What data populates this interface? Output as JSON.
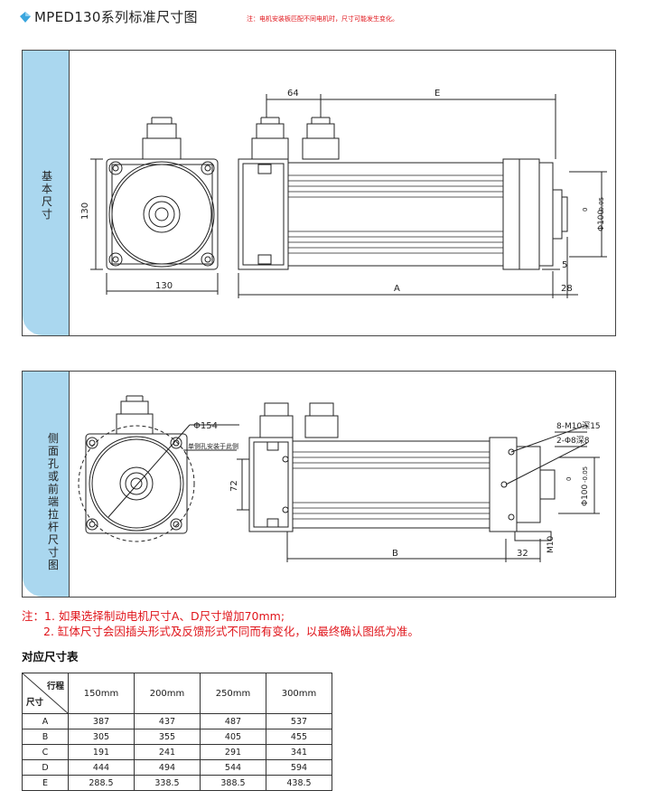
{
  "header": {
    "title": "MPED130系列标准尺寸图",
    "note": "注：电机安装板匹配不同电机时，尺寸可能发生变化。",
    "accent_color": "#3aa6de"
  },
  "panel1": {
    "side_label": "基本尺寸",
    "dims": {
      "d64": "64",
      "dE": "E",
      "d130_height": "130",
      "d130_width": "130",
      "dA": "A",
      "d28": "28",
      "d5": "5",
      "phi100": "Φ100",
      "tol0": "0",
      "tolneg": "-0.05"
    }
  },
  "panel2": {
    "side_label": "侧面孔或前端拉杆尺寸图",
    "dims": {
      "phi154": "Φ154",
      "mount_note": "单侧孔安装于此侧",
      "d72": "72",
      "dB": "B",
      "d32": "32",
      "m10": "M10",
      "holes_m10": "8-M10深15",
      "holes_phi8": "2-Φ8深8",
      "phi100": "Φ100",
      "tol0": "0",
      "tolneg": "-0.05"
    }
  },
  "notes": {
    "line1": "注：1. 如果选择制动电机尺寸A、D尺寸增加70mm;",
    "line2": "2. 缸体尺寸会因插头形式及反馈形式不同而有变化，以最终确认图纸为准。"
  },
  "table": {
    "title": "对应尺寸表",
    "corner_top": "行程",
    "corner_bottom": "尺寸",
    "columns": [
      "150mm",
      "200mm",
      "250mm",
      "300mm"
    ],
    "rows": [
      {
        "label": "A",
        "values": [
          "387",
          "437",
          "487",
          "537"
        ]
      },
      {
        "label": "B",
        "values": [
          "305",
          "355",
          "405",
          "455"
        ]
      },
      {
        "label": "C",
        "values": [
          "191",
          "241",
          "291",
          "341"
        ]
      },
      {
        "label": "D",
        "values": [
          "444",
          "494",
          "544",
          "594"
        ]
      },
      {
        "label": "E",
        "values": [
          "288.5",
          "338.5",
          "388.5",
          "438.5"
        ]
      }
    ]
  }
}
